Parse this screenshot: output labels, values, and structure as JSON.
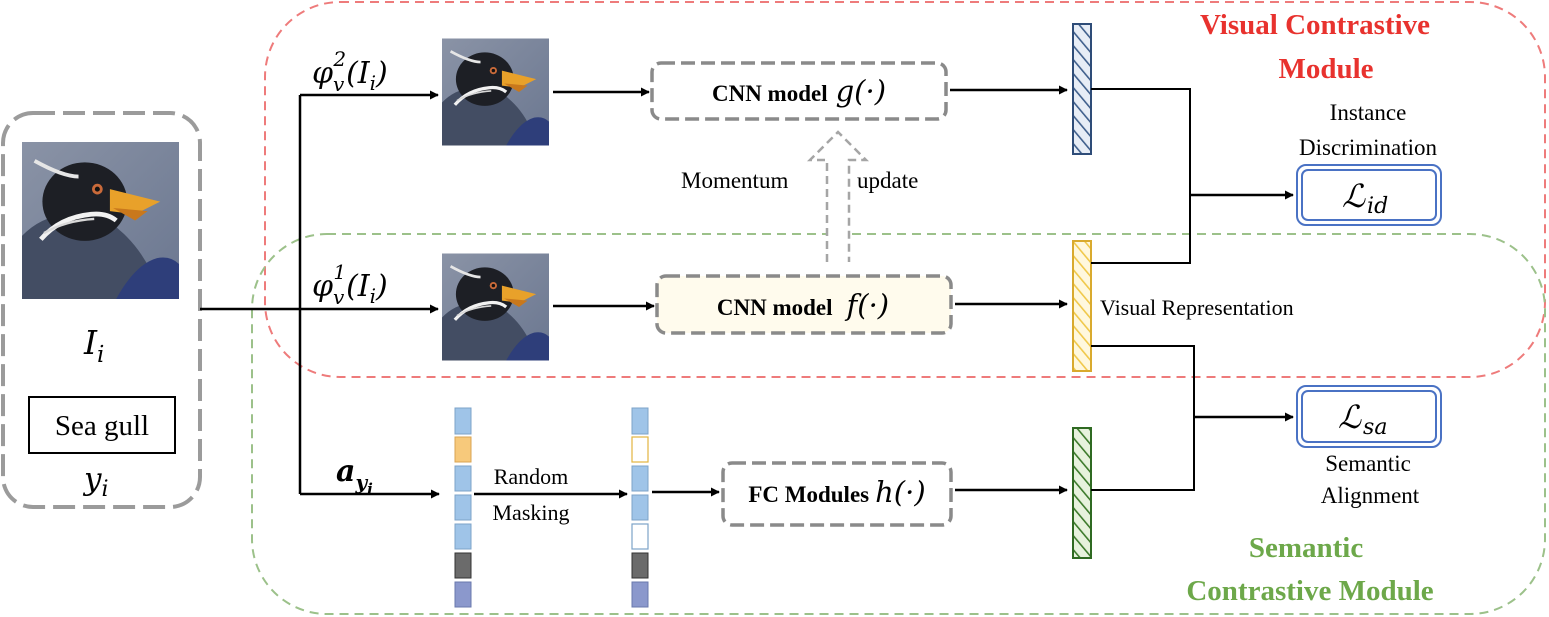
{
  "modules": {
    "visual_title_line1": "Visual Contrastive",
    "visual_title_line2": "Module",
    "visual_color": "#e8322e",
    "semantic_title_line1": "Semantic",
    "semantic_title_line2": "Contrastive Module",
    "semantic_color": "#6da84a"
  },
  "input": {
    "image_label": "I",
    "image_label_sub": "i",
    "class_name": "Sea gull",
    "class_label": "y",
    "class_label_sub": "i"
  },
  "views": {
    "view2_fn": "φ",
    "view2_sub": "v",
    "view2_sup": "2",
    "view2_arg": "(I",
    "view2_arg_sub": "i",
    "view2_close": ")",
    "view1_fn": "φ",
    "view1_sub": "v",
    "view1_sup": "1",
    "view1_arg": "(I",
    "view1_arg_sub": "i",
    "view1_close": ")",
    "attr_label": "a",
    "attr_sub": "y",
    "attr_subsub": "i"
  },
  "models": {
    "cnn_g_text": "CNN model",
    "cnn_g_fn": "g(·)",
    "cnn_f_text": "CNN model",
    "cnn_f_fn": "f(·)",
    "fc_text": "FC Modules",
    "fc_fn": "h(·)"
  },
  "momentum": {
    "left": "Momentum",
    "right": "update"
  },
  "masking": {
    "line1": "Random",
    "line2": "Masking"
  },
  "representation": {
    "label": "Visual Representation"
  },
  "losses": {
    "id_caption1": "Instance",
    "id_caption2": "Discrimination",
    "id_symbol": "ℒ",
    "id_sub": "id",
    "sa_caption1": "Semantic",
    "sa_caption2": "Alignment",
    "sa_symbol": "ℒ",
    "sa_sub": "sa"
  }
}
